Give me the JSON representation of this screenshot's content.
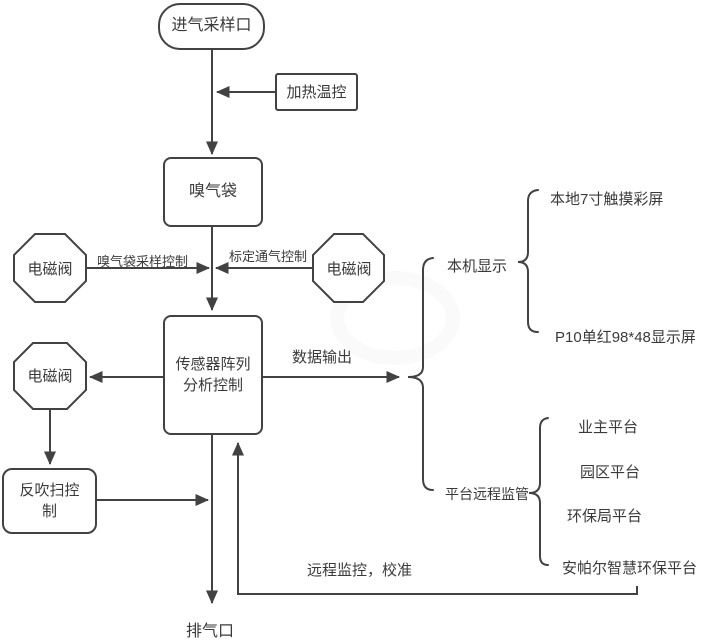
{
  "diagram": {
    "nodes": {
      "intake": "进气采样口",
      "heating": "加热温控",
      "gas_bag": "嗅气袋",
      "valve_left_top": "电磁阀",
      "valve_right": "电磁阀",
      "sensor_array": "传感器阵列\n分析控制",
      "valve_left_mid": "电磁阀",
      "backflush": "反吹扫控\n制",
      "exhaust": "排气口"
    },
    "edge_labels": {
      "bag_sampling_control": "嗅气袋采样控制",
      "calibration_air_control": "标定通气控制",
      "data_output": "数据输出",
      "remote_monitoring": "远程监控，校准"
    },
    "branches": {
      "local_display": {
        "label": "本机显示",
        "items": [
          "本地7寸触摸彩屏",
          "P10单红98*48显示屏"
        ]
      },
      "remote_platform": {
        "label": "平台远程监管",
        "items": [
          "业主平台",
          "园区平台",
          "环保局平台",
          "安帕尔智慧环保平台"
        ]
      }
    },
    "colors": {
      "line": "#424242",
      "text": "#3a3a3a",
      "background": "#ffffff"
    }
  }
}
